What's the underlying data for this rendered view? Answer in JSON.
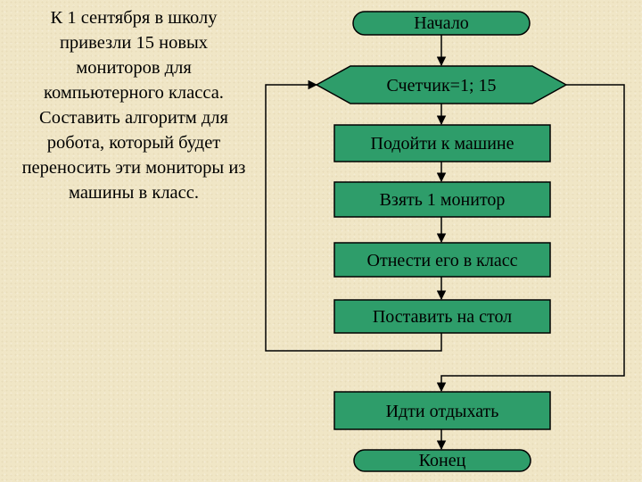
{
  "task": {
    "lines": [
      "К 1 сентября в школу",
      "привезли 15 новых",
      "мониторов для",
      "компьютерного класса.",
      "Составить алгоритм для",
      "робота, который будет",
      "переносить эти мониторы из",
      "машины в класс."
    ]
  },
  "flowchart": {
    "start": "Начало",
    "loop": "Счетчик=1; 15",
    "step_1": "Подойти к машине",
    "step_2": "Взять 1 монитор",
    "step_3": "Отнести его в класс",
    "step_4": "Поставить на стол",
    "step_5": "Идти отдыхать",
    "end": "Конец"
  },
  "colors": {
    "block_fill": "#2e9d6a",
    "line": "#000000",
    "background": "#f0e6c6"
  }
}
